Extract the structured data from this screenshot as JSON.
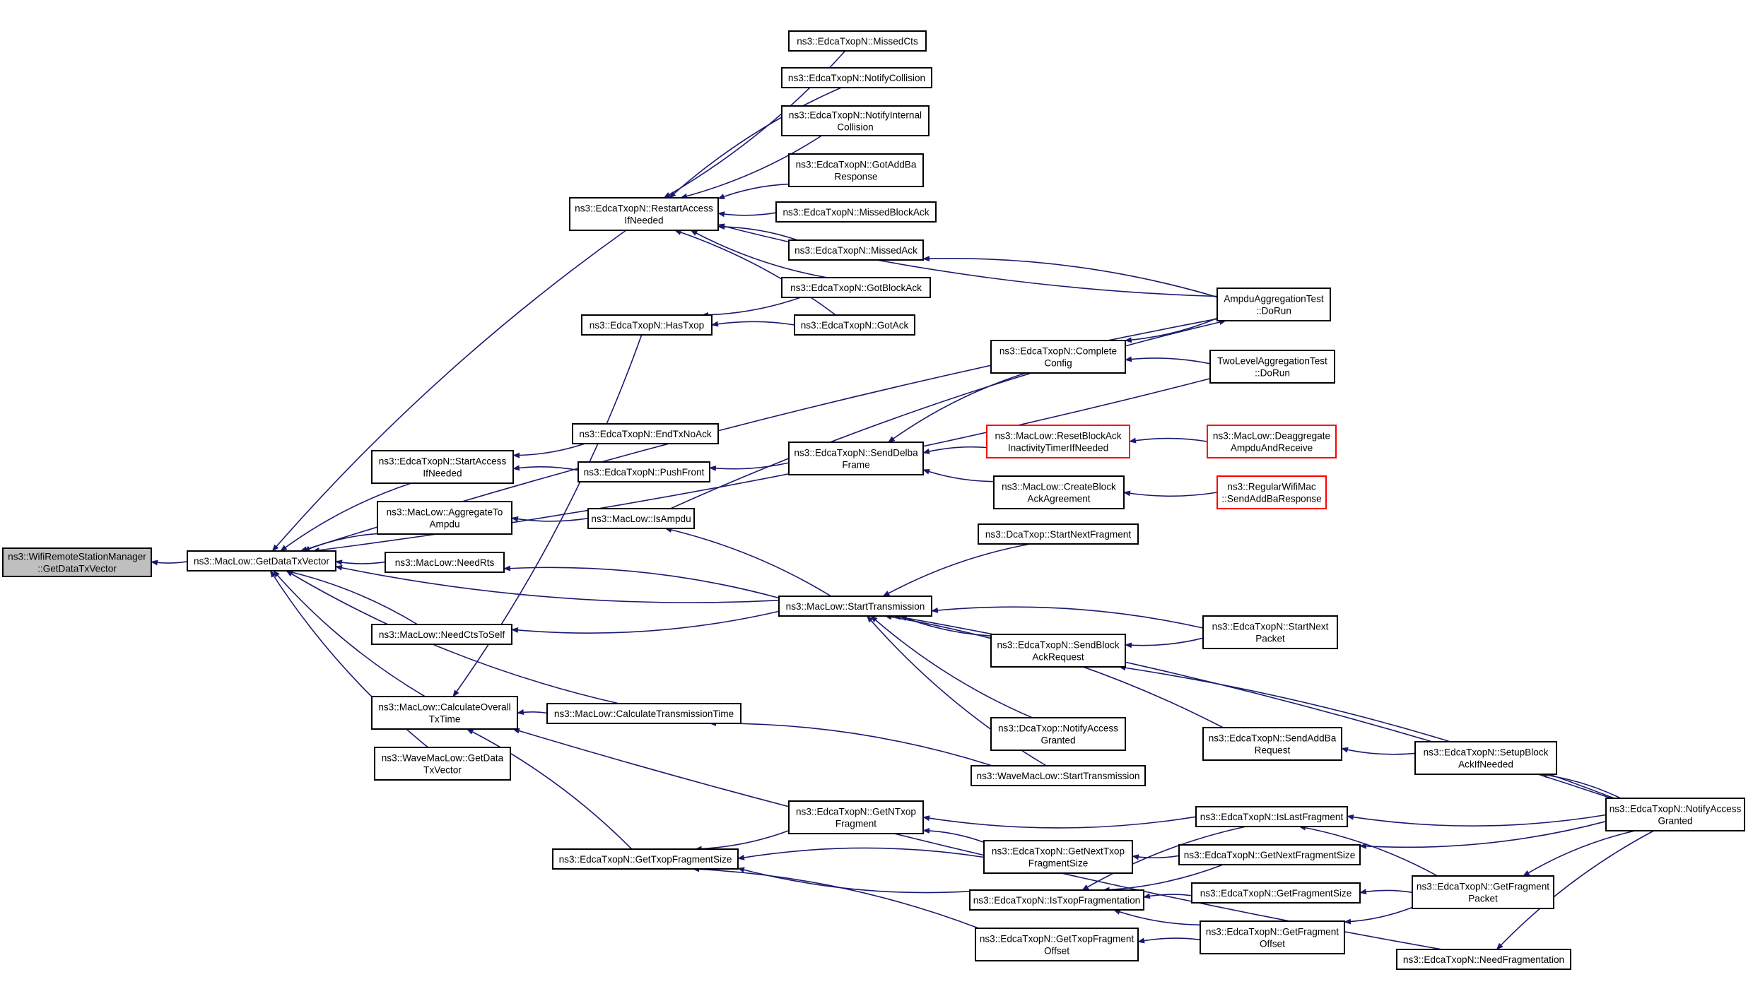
{
  "colors": {
    "edge": "#191970",
    "node_border": "#000000",
    "node_border_undocumented": "#ff0000",
    "root_fill": "#bfbfbf",
    "node_fill": "#ffffff"
  },
  "nodes": [
    {
      "id": "root",
      "lines": [
        "ns3::WifiRemoteStationManager",
        "::GetDataTxVector"
      ],
      "kind": "root"
    },
    {
      "id": "getDataTxVector",
      "lines": [
        "ns3::MacLow::GetDataTxVector"
      ]
    },
    {
      "id": "restartAccess",
      "lines": [
        "ns3::EdcaTxopN::RestartAccess",
        "IfNeeded"
      ]
    },
    {
      "id": "missedCts",
      "lines": [
        "ns3::EdcaTxopN::MissedCts"
      ]
    },
    {
      "id": "notifyCollision",
      "lines": [
        "ns3::EdcaTxopN::NotifyCollision"
      ]
    },
    {
      "id": "notifyInternal",
      "lines": [
        "ns3::EdcaTxopN::NotifyInternal",
        "Collision"
      ]
    },
    {
      "id": "gotAddBa",
      "lines": [
        "ns3::EdcaTxopN::GotAddBa",
        "Response"
      ]
    },
    {
      "id": "missedBlockAck",
      "lines": [
        "ns3::EdcaTxopN::MissedBlockAck"
      ]
    },
    {
      "id": "missedAck",
      "lines": [
        "ns3::EdcaTxopN::MissedAck"
      ]
    },
    {
      "id": "gotBlockAck",
      "lines": [
        "ns3::EdcaTxopN::GotBlockAck"
      ]
    },
    {
      "id": "gotAck",
      "lines": [
        "ns3::EdcaTxopN::GotAck"
      ]
    },
    {
      "id": "hasTxop",
      "lines": [
        "ns3::EdcaTxopN::HasTxop"
      ]
    },
    {
      "id": "ampduTest",
      "lines": [
        "AmpduAggregationTest",
        "::DoRun"
      ]
    },
    {
      "id": "completeConfig",
      "lines": [
        "ns3::EdcaTxopN::Complete",
        "Config"
      ]
    },
    {
      "id": "twoLevelTest",
      "lines": [
        "TwoLevelAggregationTest",
        "::DoRun"
      ]
    },
    {
      "id": "startAccess",
      "lines": [
        "ns3::EdcaTxopN::StartAccess",
        "IfNeeded"
      ]
    },
    {
      "id": "endTxNoAck",
      "lines": [
        "ns3::EdcaTxopN::EndTxNoAck"
      ]
    },
    {
      "id": "pushFront",
      "lines": [
        "ns3::EdcaTxopN::PushFront"
      ]
    },
    {
      "id": "sendDelba",
      "lines": [
        "ns3::EdcaTxopN::SendDelba",
        "Frame"
      ]
    },
    {
      "id": "resetBlockAck",
      "lines": [
        "ns3::MacLow::ResetBlockAck",
        "InactivityTimerIfNeeded"
      ],
      "kind": "red"
    },
    {
      "id": "deaggregate",
      "lines": [
        "ns3::MacLow::Deaggregate",
        "AmpduAndReceive"
      ],
      "kind": "red"
    },
    {
      "id": "createBlockAck",
      "lines": [
        "ns3::MacLow::CreateBlock",
        "AckAgreement"
      ]
    },
    {
      "id": "regularSendAddBa",
      "lines": [
        "ns3::RegularWifiMac",
        "::SendAddBaResponse"
      ],
      "kind": "red"
    },
    {
      "id": "aggregateTo",
      "lines": [
        "ns3::MacLow::AggregateTo",
        "Ampdu"
      ]
    },
    {
      "id": "isAmpdu",
      "lines": [
        "ns3::MacLow::IsAmpdu"
      ]
    },
    {
      "id": "dcaStartNext",
      "lines": [
        "ns3::DcaTxop::StartNextFragment"
      ]
    },
    {
      "id": "needRts",
      "lines": [
        "ns3::MacLow::NeedRts"
      ]
    },
    {
      "id": "startTransmission",
      "lines": [
        "ns3::MacLow::StartTransmission"
      ]
    },
    {
      "id": "needCts",
      "lines": [
        "ns3::MacLow::NeedCtsToSelf"
      ]
    },
    {
      "id": "sendBlockAckReq",
      "lines": [
        "ns3::EdcaTxopN::SendBlock",
        "AckRequest"
      ]
    },
    {
      "id": "startNextPacket",
      "lines": [
        "ns3::EdcaTxopN::StartNext",
        "Packet"
      ]
    },
    {
      "id": "calcOverall",
      "lines": [
        "ns3::MacLow::CalculateOverall",
        "TxTime"
      ]
    },
    {
      "id": "calcTransmission",
      "lines": [
        "ns3::MacLow::CalculateTransmissionTime"
      ]
    },
    {
      "id": "dcaNotifyAccess",
      "lines": [
        "ns3::DcaTxop::NotifyAccess",
        "Granted"
      ]
    },
    {
      "id": "sendAddBaReq",
      "lines": [
        "ns3::EdcaTxopN::SendAddBa",
        "Request"
      ]
    },
    {
      "id": "setupBlockAck",
      "lines": [
        "ns3::EdcaTxopN::SetupBlock",
        "AckIfNeeded"
      ]
    },
    {
      "id": "waveGetData",
      "lines": [
        "ns3::WaveMacLow::GetData",
        "TxVector"
      ]
    },
    {
      "id": "waveStartTx",
      "lines": [
        "ns3::WaveMacLow::StartTransmission"
      ]
    },
    {
      "id": "getNTxopFrag",
      "lines": [
        "ns3::EdcaTxopN::GetNTxop",
        "Fragment"
      ]
    },
    {
      "id": "isLastFrag",
      "lines": [
        "ns3::EdcaTxopN::IsLastFragment"
      ]
    },
    {
      "id": "notifyAccessGranted",
      "lines": [
        "ns3::EdcaTxopN::NotifyAccess",
        "Granted"
      ]
    },
    {
      "id": "getNextTxopFragSize",
      "lines": [
        "ns3::EdcaTxopN::GetNextTxop",
        "FragmentSize"
      ]
    },
    {
      "id": "getNextFragSize",
      "lines": [
        "ns3::EdcaTxopN::GetNextFragmentSize"
      ]
    },
    {
      "id": "getTxopFragSize",
      "lines": [
        "ns3::EdcaTxopN::GetTxopFragmentSize"
      ]
    },
    {
      "id": "isTxopFrag",
      "lines": [
        "ns3::EdcaTxopN::IsTxopFragmentation"
      ]
    },
    {
      "id": "getFragSize",
      "lines": [
        "ns3::EdcaTxopN::GetFragmentSize"
      ]
    },
    {
      "id": "getFragPacket",
      "lines": [
        "ns3::EdcaTxopN::GetFragment",
        "Packet"
      ]
    },
    {
      "id": "getTxopFragOffset",
      "lines": [
        "ns3::EdcaTxopN::GetTxopFragment",
        "Offset"
      ]
    },
    {
      "id": "getFragOffset",
      "lines": [
        "ns3::EdcaTxopN::GetFragment",
        "Offset"
      ]
    },
    {
      "id": "needFrag",
      "lines": [
        "ns3::EdcaTxopN::NeedFragmentation"
      ]
    }
  ],
  "edges": [
    {
      "from": "getDataTxVector",
      "to": "root"
    },
    {
      "from": "restartAccess",
      "to": "getDataTxVector"
    },
    {
      "from": "missedCts",
      "to": "restartAccess"
    },
    {
      "from": "notifyCollision",
      "to": "restartAccess"
    },
    {
      "from": "notifyInternal",
      "to": "restartAccess"
    },
    {
      "from": "gotAddBa",
      "to": "restartAccess"
    },
    {
      "from": "missedBlockAck",
      "to": "restartAccess"
    },
    {
      "from": "missedAck",
      "to": "restartAccess"
    },
    {
      "from": "gotBlockAck",
      "to": "restartAccess"
    },
    {
      "from": "gotAck",
      "to": "restartAccess"
    },
    {
      "from": "ampduTest",
      "to": "restartAccess"
    },
    {
      "from": "ampduTest",
      "to": "missedAck"
    },
    {
      "from": "ampduTest",
      "to": "completeConfig"
    },
    {
      "from": "ampduTest",
      "to": "getDataTxVector"
    },
    {
      "from": "gotBlockAck",
      "to": "hasTxop"
    },
    {
      "from": "gotAck",
      "to": "hasTxop"
    },
    {
      "from": "hasTxop",
      "to": "calcOverall"
    },
    {
      "from": "twoLevelTest",
      "to": "completeConfig"
    },
    {
      "from": "twoLevelTest",
      "to": "getDataTxVector"
    },
    {
      "from": "completeConfig",
      "to": "sendDelba"
    },
    {
      "from": "isAmpdu",
      "to": "ampduTest"
    },
    {
      "from": "startAccess",
      "to": "getDataTxVector"
    },
    {
      "from": "endTxNoAck",
      "to": "startAccess"
    },
    {
      "from": "pushFront",
      "to": "startAccess"
    },
    {
      "from": "sendDelba",
      "to": "pushFront"
    },
    {
      "from": "resetBlockAck",
      "to": "sendDelba"
    },
    {
      "from": "createBlockAck",
      "to": "sendDelba"
    },
    {
      "from": "deaggregate",
      "to": "resetBlockAck"
    },
    {
      "from": "regularSendAddBa",
      "to": "createBlockAck"
    },
    {
      "from": "aggregateTo",
      "to": "getDataTxVector"
    },
    {
      "from": "isAmpdu",
      "to": "aggregateTo"
    },
    {
      "from": "startTransmission",
      "to": "isAmpdu"
    },
    {
      "from": "needRts",
      "to": "getDataTxVector"
    },
    {
      "from": "startTransmission",
      "to": "needRts"
    },
    {
      "from": "startTransmission",
      "to": "getDataTxVector"
    },
    {
      "from": "needCts",
      "to": "getDataTxVector"
    },
    {
      "from": "startTransmission",
      "to": "needCts"
    },
    {
      "from": "dcaStartNext",
      "to": "startTransmission"
    },
    {
      "from": "sendBlockAckReq",
      "to": "startTransmission"
    },
    {
      "from": "startNextPacket",
      "to": "startTransmission"
    },
    {
      "from": "dcaNotifyAccess",
      "to": "startTransmission"
    },
    {
      "from": "sendAddBaReq",
      "to": "startTransmission"
    },
    {
      "from": "waveStartTx",
      "to": "startTransmission"
    },
    {
      "from": "notifyAccessGranted",
      "to": "startTransmission"
    },
    {
      "from": "startNextPacket",
      "to": "sendBlockAckReq"
    },
    {
      "from": "notifyAccessGranted",
      "to": "sendBlockAckReq"
    },
    {
      "from": "setupBlockAck",
      "to": "sendAddBaReq"
    },
    {
      "from": "notifyAccessGranted",
      "to": "setupBlockAck"
    },
    {
      "from": "calcOverall",
      "to": "getDataTxVector"
    },
    {
      "from": "calcTransmission",
      "to": "calcOverall"
    },
    {
      "from": "calcTransmission",
      "to": "getDataTxVector"
    },
    {
      "from": "waveStartTx",
      "to": "calcTransmission"
    },
    {
      "from": "waveGetData",
      "to": "getDataTxVector"
    },
    {
      "from": "getTxopFragSize",
      "to": "calcOverall"
    },
    {
      "from": "needFrag",
      "to": "calcOverall"
    },
    {
      "from": "notifyAccessGranted",
      "to": "needFrag"
    },
    {
      "from": "getNTxopFrag",
      "to": "getTxopFragSize"
    },
    {
      "from": "getNextTxopFragSize",
      "to": "getTxopFragSize"
    },
    {
      "from": "isTxopFrag",
      "to": "getTxopFragSize"
    },
    {
      "from": "getTxopFragOffset",
      "to": "getTxopFragSize"
    },
    {
      "from": "isLastFrag",
      "to": "getNTxopFrag"
    },
    {
      "from": "getNextTxopFragSize",
      "to": "getNTxopFrag"
    },
    {
      "from": "getNextFragSize",
      "to": "getNextTxopFragSize"
    },
    {
      "from": "isLastFrag",
      "to": "isTxopFrag"
    },
    {
      "from": "getNextFragSize",
      "to": "isTxopFrag"
    },
    {
      "from": "getFragSize",
      "to": "isTxopFrag"
    },
    {
      "from": "getFragOffset",
      "to": "isTxopFrag"
    },
    {
      "from": "getFragOffset",
      "to": "getTxopFragOffset"
    },
    {
      "from": "notifyAccessGranted",
      "to": "isLastFrag"
    },
    {
      "from": "getFragPacket",
      "to": "isLastFrag"
    },
    {
      "from": "notifyAccessGranted",
      "to": "getNextFragSize"
    },
    {
      "from": "getFragPacket",
      "to": "getFragSize"
    },
    {
      "from": "getFragPacket",
      "to": "getFragOffset"
    },
    {
      "from": "notifyAccessGranted",
      "to": "getFragPacket"
    }
  ]
}
